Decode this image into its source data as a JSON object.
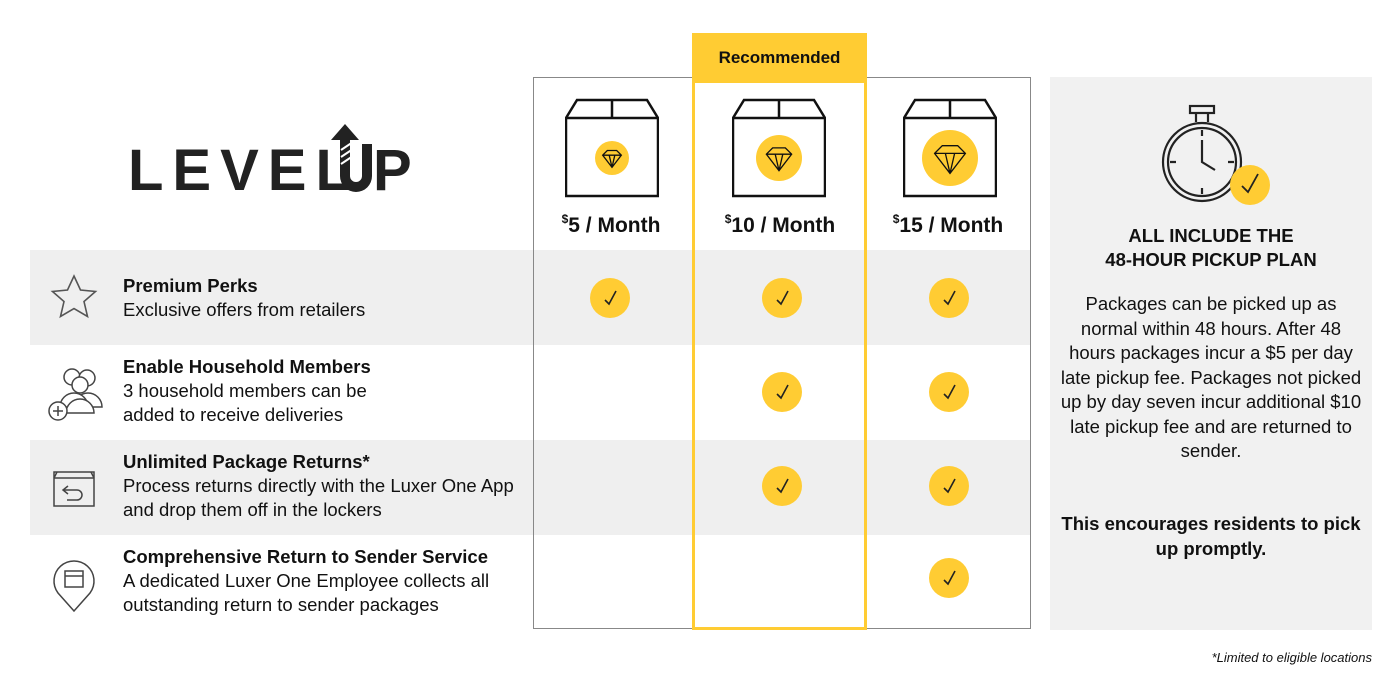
{
  "logo": {
    "text": "LEVELUP"
  },
  "recommended_label": "Recommended",
  "plans": [
    {
      "currency": "$",
      "price": "5 / Month"
    },
    {
      "currency": "$",
      "price": "10 / Month"
    },
    {
      "currency": "$",
      "price": "15 / Month"
    }
  ],
  "features": [
    {
      "title": "Premium Perks",
      "desc": "Exclusive offers from retailers",
      "icon": "star-icon",
      "included": [
        true,
        true,
        true
      ]
    },
    {
      "title": "Enable Household Members",
      "desc": "3 household members can be added to receive deliveries",
      "icon": "add-users-icon",
      "included": [
        false,
        true,
        true
      ]
    },
    {
      "title": "Unlimited Package Returns*",
      "desc": "Process returns directly with the Luxer One App and drop them off in the lockers",
      "icon": "return-box-icon",
      "included": [
        false,
        true,
        true
      ]
    },
    {
      "title": "Comprehensive Return to Sender Service",
      "desc": "A dedicated Luxer One Employee collects all outstanding return to sender packages",
      "icon": "location-package-icon",
      "included": [
        false,
        false,
        true
      ]
    }
  ],
  "panel": {
    "title_line1": "ALL INCLUDE THE",
    "title_line2": "48-HOUR PICKUP PLAN",
    "body": "Packages can be picked up as normal within 48 hours. After 48 hours packages incur a $5 per day late pickup fee. Packages not picked up by day seven incur additional $10 late pickup fee and are returned to sender.",
    "emphasis": "This encourages residents to pick up promptly."
  },
  "footnote": "*Limited to eligible locations",
  "colors": {
    "accent": "#FFCC33",
    "row_gray": "#efefef",
    "panel_gray": "#f1f1f1"
  }
}
